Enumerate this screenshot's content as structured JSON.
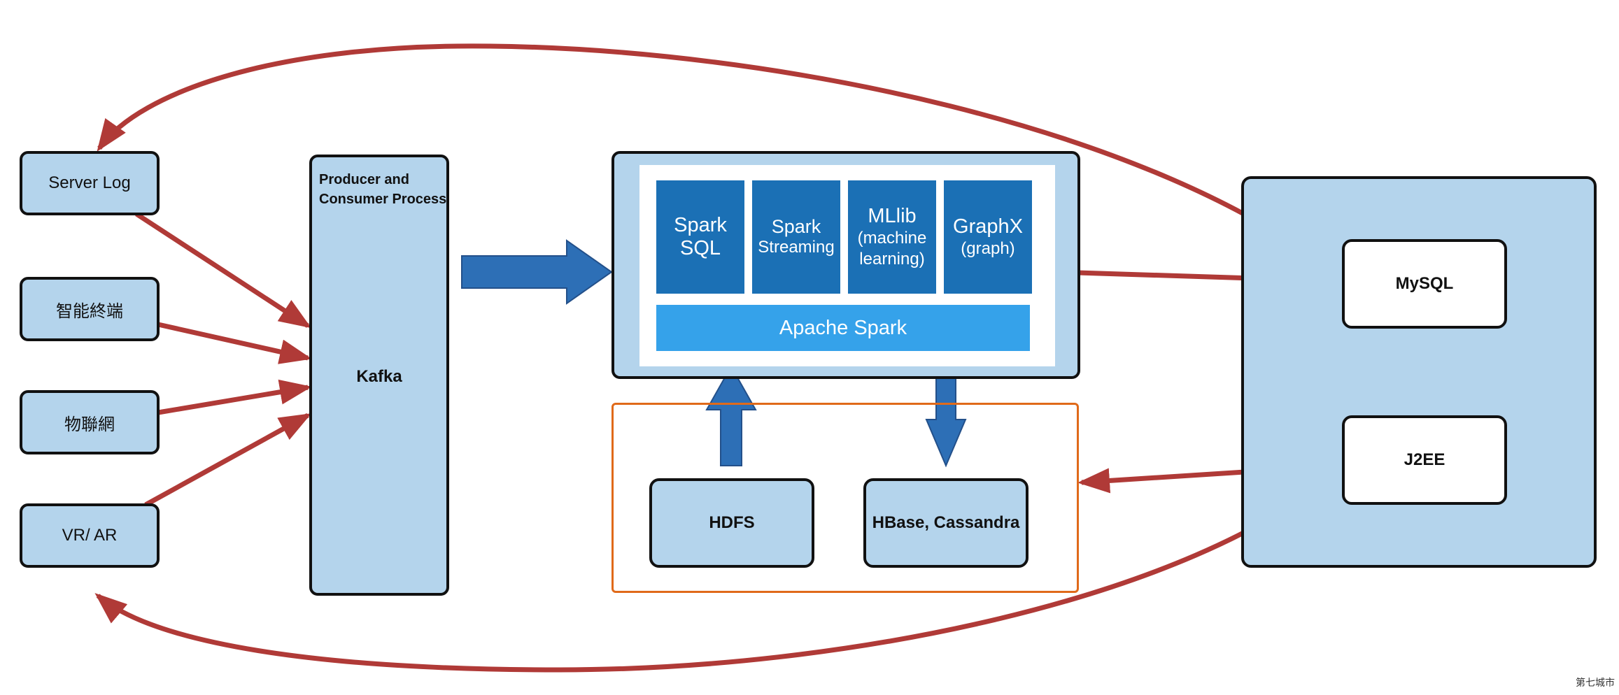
{
  "sources": {
    "server_log": "Server Log",
    "smart_terminal": "智能終端",
    "iot": "物聯網",
    "vr_ar": "VR/ AR"
  },
  "kafka": {
    "caption": "Producer and Consumer Process",
    "label": "Kafka"
  },
  "spark": {
    "modules": [
      {
        "title": "Spark SQL",
        "subtitle": ""
      },
      {
        "title": "Spark",
        "subtitle": "Streaming"
      },
      {
        "title": "MLlib",
        "subtitle": "(machine learning)"
      },
      {
        "title": "GraphX",
        "subtitle": "(graph)"
      }
    ],
    "core": "Apache Spark"
  },
  "storage": {
    "hdfs": "HDFS",
    "hbase": "HBase, Cassandra"
  },
  "apps": {
    "mysql": "MySQL",
    "j2ee": "J2EE"
  },
  "colors": {
    "panel_fill": "#b4d4ec",
    "module_fill": "#1b70b5",
    "core_fill": "#35a2ea",
    "flow_arrow": "#2d6fb6",
    "feedback_arrow": "#b03a37",
    "storage_border": "#e06a1a"
  },
  "watermark": "第七城市"
}
